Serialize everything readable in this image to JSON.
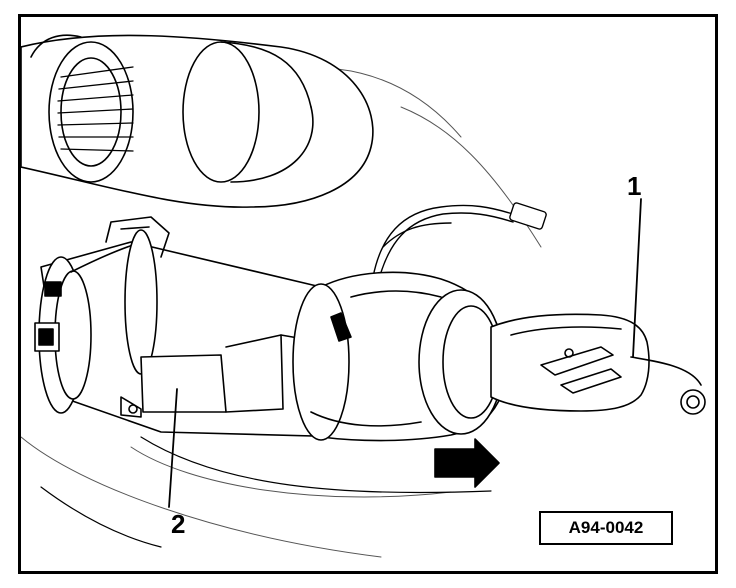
{
  "callouts": {
    "one": "1",
    "two": "2"
  },
  "figure_id": "A94-0042",
  "colors": {
    "ink": "#000000",
    "paper": "#ffffff",
    "shade": "#e6e6e6"
  }
}
